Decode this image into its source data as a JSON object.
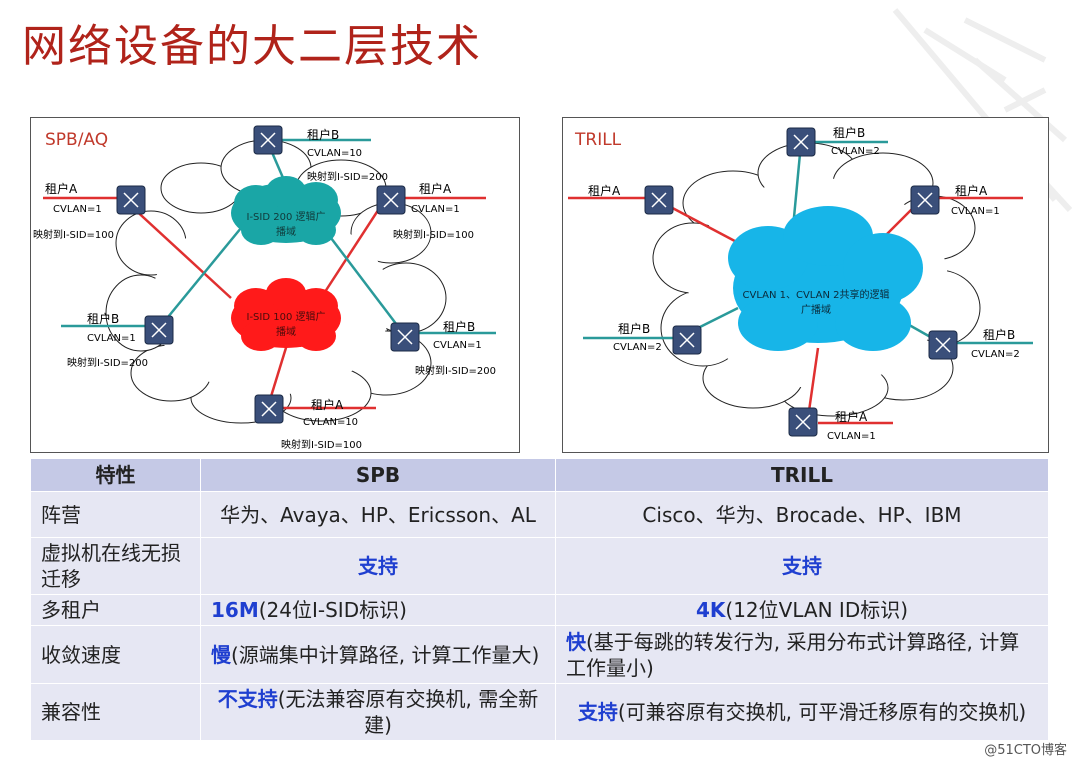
{
  "title": "网络设备的大二层技术",
  "spb_panel": {
    "label": "SPB/AQ",
    "cloud_top": "I-SID 200 逻辑广播域",
    "cloud_bottom": "I-SID 100 逻辑广播域",
    "tenants": [
      {
        "name": "租户B",
        "cvlan": "CVLAN=10",
        "map": "映射到I-SID=200"
      },
      {
        "name": "租户A",
        "cvlan": "CVLAN=1",
        "map": "映射到I-SID=100"
      },
      {
        "name": "租户A",
        "cvlan": "CVLAN=1",
        "map": "映射到I-SID=100"
      },
      {
        "name": "租户B",
        "cvlan": "CVLAN=1",
        "map": "映射到I-SID=200"
      },
      {
        "name": "租户B",
        "cvlan": "CVLAN=1",
        "map": "映射到I-SID=200"
      },
      {
        "name": "租户A",
        "cvlan": "CVLAN=10",
        "map": "映射到I-SID=100"
      }
    ]
  },
  "trill_panel": {
    "label": "TRILL",
    "cloud": "CVLAN 1、CVLAN 2共享的逻辑广播域",
    "tenants": [
      {
        "name": "租户B",
        "cvlan": "CVLAN=2"
      },
      {
        "name": "租户A",
        "cvlan": ""
      },
      {
        "name": "租户A",
        "cvlan": "CVLAN=1"
      },
      {
        "name": "租户B",
        "cvlan": "CVLAN=2"
      },
      {
        "name": "租户B",
        "cvlan": "CVLAN=2"
      },
      {
        "name": "租户A",
        "cvlan": "CVLAN=1"
      }
    ]
  },
  "table": {
    "headers": [
      "特性",
      "SPB",
      "TRILL"
    ],
    "rows": [
      {
        "feature": "阵营",
        "spb_hl": "",
        "spb": "华为、Avaya、HP、Ericsson、AL",
        "trill_hl": "",
        "trill": "Cisco、华为、Brocade、HP、IBM"
      },
      {
        "feature": "虚拟机在线无损迁移",
        "spb_hl": "支持",
        "spb": "",
        "trill_hl": "支持",
        "trill": ""
      },
      {
        "feature": "多租户",
        "spb_hl": "16M",
        "spb": "(24位I-SID标识)",
        "trill_hl": "4K",
        "trill": "(12位VLAN ID标识)"
      },
      {
        "feature": "收敛速度",
        "spb_hl": "慢",
        "spb": "(源端集中计算路径, 计算工作量大)",
        "trill_hl": "快",
        "trill": "(基于每跳的转发行为, 采用分布式计算路径, 计算工作量小)"
      },
      {
        "feature": "兼容性",
        "spb_hl": "不支持",
        "spb": "(无法兼容原有交换机, 需全新建)",
        "trill_hl": "支持",
        "trill": "(可兼容原有交换机, 可平滑迁移原有的交换机)"
      }
    ]
  },
  "footer": "@51CTO博客",
  "colors": {
    "title": "#b0231a",
    "highlight": "#1f3fd0",
    "header_bg": "#c5c9e6",
    "cell_bg": "#e6e7f3",
    "teal": "#2a9a9a",
    "red_line": "#e03030",
    "red_cloud": "#ff1a1a",
    "teal_cloud": "#1aa6a6",
    "cyan_cloud": "#17b5e8"
  }
}
